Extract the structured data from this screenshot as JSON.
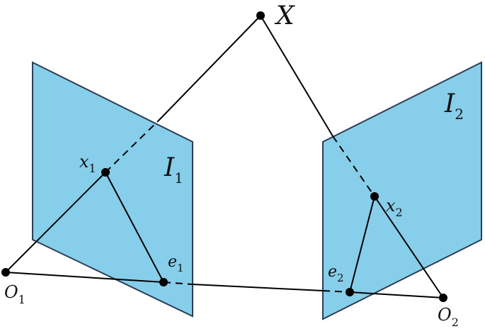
{
  "colors": {
    "plane_fill": "#87ceeb",
    "plane_stroke": "#2b3f57",
    "line": "#000000",
    "point": "#000000"
  },
  "labels": {
    "X": "X",
    "I1": {
      "base": "I",
      "sub": "1"
    },
    "I2": {
      "base": "I",
      "sub": "2"
    },
    "x1": {
      "base": "x",
      "sub": "1"
    },
    "x2": {
      "base": "x",
      "sub": "2"
    },
    "e1": {
      "base": "e",
      "sub": "1"
    },
    "e2": {
      "base": "e",
      "sub": "2"
    },
    "O1": {
      "base": "O",
      "sub": "1"
    },
    "O2": {
      "base": "O",
      "sub": "2"
    }
  }
}
